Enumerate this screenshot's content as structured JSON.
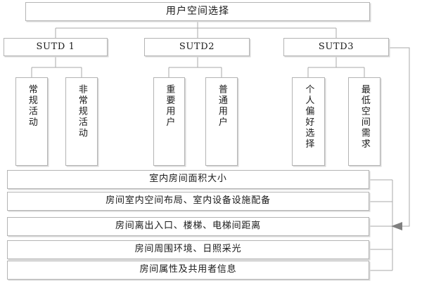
{
  "diagram": {
    "title": "用户空间选择",
    "root": {
      "label": "用户空间选择"
    },
    "groups": [
      {
        "label": "SUTD 1"
      },
      {
        "label": "SUTD2"
      },
      {
        "label": "SUTD3"
      }
    ],
    "leaves": [
      {
        "label": "常规活动"
      },
      {
        "label": "非常规活动"
      },
      {
        "label": "重要用户"
      },
      {
        "label": "普通用户"
      },
      {
        "label": "个人偏好选择"
      },
      {
        "label": "最低空间需求"
      }
    ],
    "attributes": [
      {
        "label": "室内房间面积大小"
      },
      {
        "label": "房间室内空间布局、室内设备设施配备"
      },
      {
        "label": "房间离出入口、楼梯、电梯间距离"
      },
      {
        "label": "房间周围环境、日照采光"
      },
      {
        "label": "房间属性及共用者信息"
      }
    ],
    "colors": {
      "background": "#ffffff",
      "box_border": "#b4b4b4",
      "box_shadow": "#d8d8d8",
      "connector": "#a8a8a8",
      "arrow": "#808080",
      "text": "#1a1a1a"
    }
  }
}
